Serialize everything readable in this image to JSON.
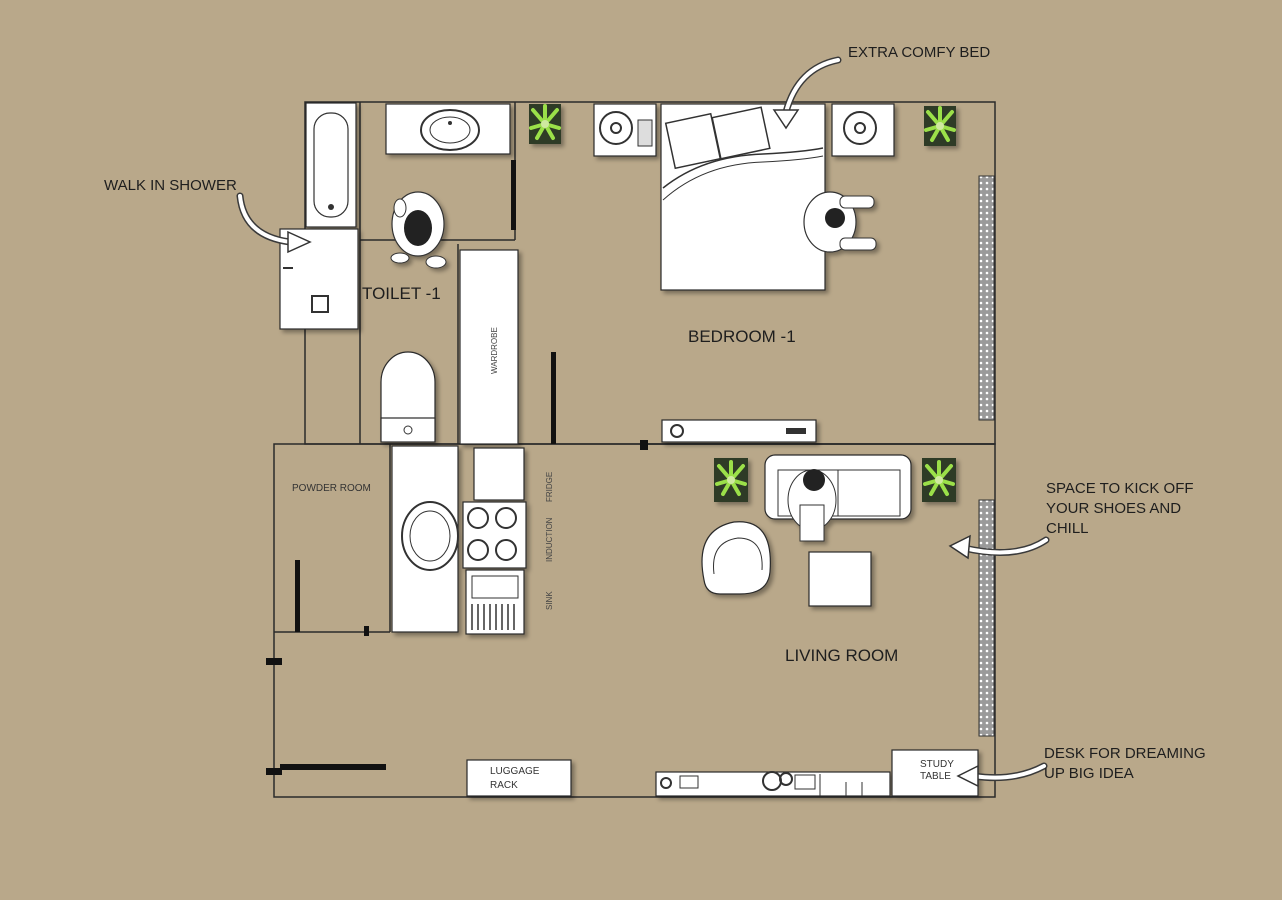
{
  "rooms": {
    "toilet": "TOILET -1",
    "bedroom": "BEDROOM -1",
    "living": "LIVING ROOM",
    "powder": "POWDER ROOM"
  },
  "fixtures": {
    "wardrobe": "WARDROBE",
    "fridge": "FRIDGE",
    "induction": "INDUCTION",
    "sink": "SINK",
    "luggage_line1": "LUGGAGE",
    "luggage_line2": "RACK",
    "study_line1": "STUDY",
    "study_line2": "TABLE"
  },
  "callouts": {
    "bed": "EXTRA COMFY BED",
    "shower": "WALK IN SHOWER",
    "chill_line1": "SPACE TO KICK OFF",
    "chill_line2": "YOUR SHOES AND",
    "chill_line3": "CHILL",
    "desk_line1": "DESK FOR DREAMING",
    "desk_line2": "UP BIG IDEA"
  },
  "colors": {
    "background": "#b9a88a",
    "wall": "#2a2a2a",
    "furniture": "#ffffff"
  }
}
